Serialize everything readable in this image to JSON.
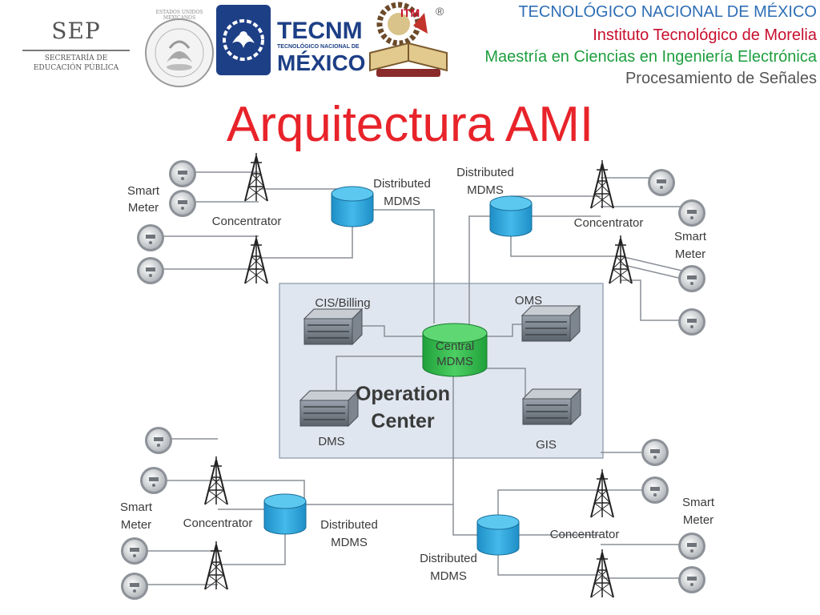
{
  "header": {
    "sep": {
      "title": "SEP",
      "subtitle_1": "SECRETARÍA DE",
      "subtitle_2": "EDUCACIÓN PÚBLICA"
    },
    "seal_text": "ESTADOS UNIDOS MEXICANOS",
    "tecnm": {
      "title": "TECNM",
      "subtitle": "TECNOLÓGICO NACIONAL DE",
      "country": "MÉXICO"
    },
    "itm": {
      "letters": "ITM",
      "registered": "®"
    },
    "institution": {
      "line_1": "TECNOLÓGICO NACIONAL DE MÉXICO",
      "line_2": "Instituto Tecnológico de Morelia",
      "line_3": "Maestría en Ciencias en Ingeniería Electrónica",
      "line_4": "Procesamiento de Señales"
    },
    "colors": {
      "line_1": "#2e6eb5",
      "line_2": "#c8102e",
      "line_3": "#1e9e3e",
      "line_4": "#555555"
    }
  },
  "slide_title": "Arquitectura AMI",
  "diagram": {
    "operation_center": {
      "line_1": "Operation",
      "line_2": "Center"
    },
    "central_mdms": {
      "line_1": "Central",
      "line_2": "MDMS"
    },
    "servers": {
      "cis_billing": "CIS/Billing",
      "oms": "OMS",
      "dms": "DMS",
      "gis": "GIS"
    },
    "distributed_mdms": {
      "line_1": "Distributed",
      "line_2": "MDMS"
    },
    "concentrator": "Concentrator",
    "smart_meter": {
      "line_1": "Smart",
      "line_2": "Meter"
    },
    "colors": {
      "mdms_blue": "#2aa6dd",
      "central_green": "#2fb84a",
      "oc_fill": "#dfe6ef"
    }
  }
}
